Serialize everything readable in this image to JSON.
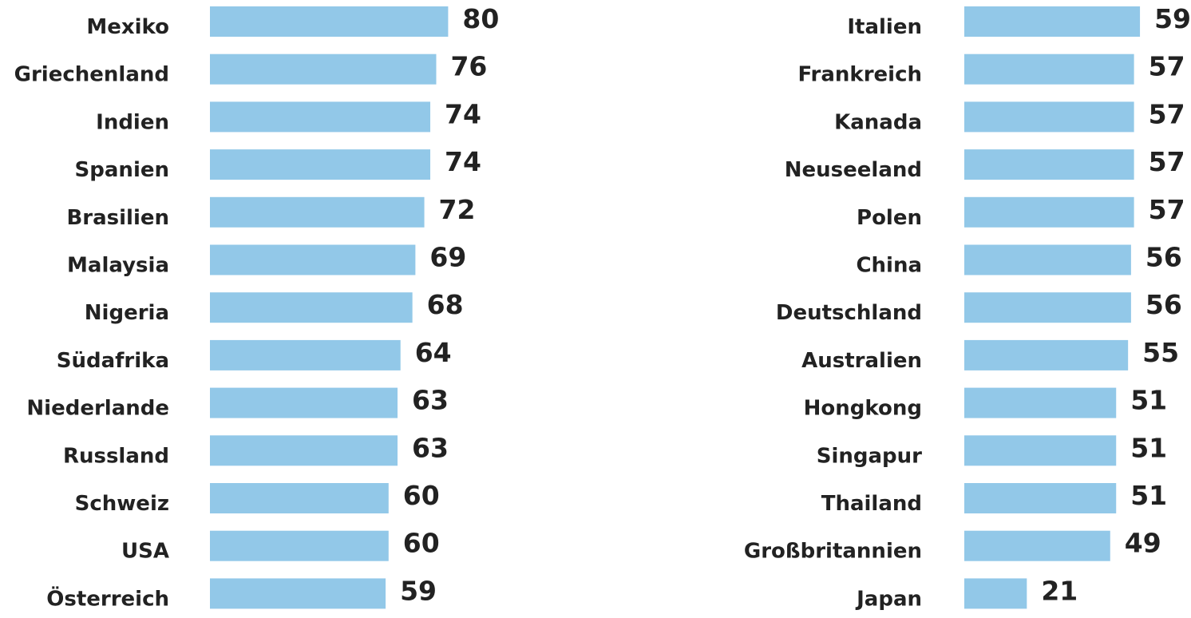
{
  "colors": {
    "bar": "#92C8E8",
    "text": "#222222",
    "background": "#ffffff"
  },
  "chart_data": [
    {
      "type": "bar",
      "orientation": "horizontal",
      "categories": [
        "Mexiko",
        "Griechenland",
        "Indien",
        "Spanien",
        "Brasilien",
        "Malaysia",
        "Nigeria",
        "Südafrika",
        "Niederlande",
        "Russland",
        "Schweiz",
        "USA",
        "Österreich"
      ],
      "values": [
        80,
        76,
        74,
        74,
        72,
        69,
        68,
        64,
        63,
        63,
        60,
        60,
        59
      ],
      "xlim": [
        0,
        80
      ],
      "grid": false,
      "data_labels": true
    },
    {
      "type": "bar",
      "orientation": "horizontal",
      "categories": [
        "Italien",
        "Frankreich",
        "Kanada",
        "Neuseeland",
        "Polen",
        "China",
        "Deutschland",
        "Australien",
        "Hongkong",
        "Singapur",
        "Thailand",
        "Großbritannien",
        "Japan"
      ],
      "values": [
        59,
        57,
        57,
        57,
        57,
        56,
        56,
        55,
        51,
        51,
        51,
        49,
        21
      ],
      "xlim": [
        0,
        80
      ],
      "grid": false,
      "data_labels": true
    }
  ]
}
